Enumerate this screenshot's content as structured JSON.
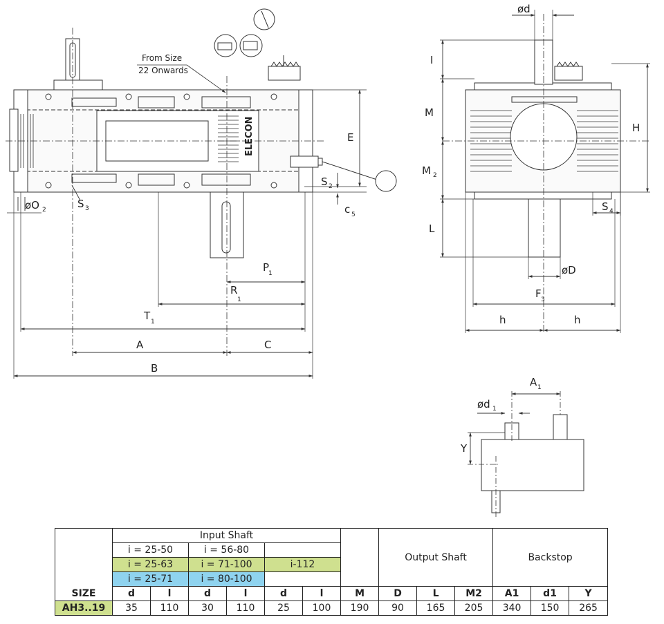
{
  "drawing": {
    "labels": {
      "from_size_line1": "From Size",
      "from_size_line2": "22 Onwards",
      "brand": "ELECON",
      "O2": "øO",
      "O2_sub": "2",
      "S3": "S",
      "S3_sub": "3",
      "S2": "S",
      "S2_sub": "2",
      "c5": "c",
      "c5_sub": "5",
      "E": "E",
      "P1": "P",
      "P1_sub": "1",
      "R1": "R",
      "R1_sub": "1",
      "T1": "T",
      "T1_sub": "1",
      "A": "A",
      "C": "C",
      "B": "B",
      "d": "ød",
      "I": "I",
      "M": "M",
      "M2": "M",
      "M2_sub": "2",
      "H": "H",
      "S4": "S",
      "S4_sub": "4",
      "L": "L",
      "D": "øD",
      "F3": "F",
      "F3_sub": "3",
      "h_left": "h",
      "h_right": "h",
      "A1": "A",
      "A1_sub": "1",
      "d1": "ød",
      "d1_sub": "1",
      "Y": "Y"
    }
  },
  "table": {
    "input_shaft": "Input Shaft",
    "ratios": {
      "r1c1": "i = 25-50",
      "r1c2": "i = 56-80",
      "r2c1": "i = 25-63",
      "r2c2": "i = 71-100",
      "r2c3": "i-112",
      "r3c1": "i = 25-71",
      "r3c2": "i = 80-100"
    },
    "output_shaft": "Output Shaft",
    "backstop": "Backstop",
    "col_headers": [
      "SIZE",
      "d",
      "l",
      "d",
      "l",
      "d",
      "l",
      "M",
      "D",
      "L",
      "M2",
      "A1",
      "d1",
      "Y"
    ],
    "rows": [
      [
        "AH3..19",
        "35",
        "110",
        "30",
        "110",
        "25",
        "100",
        "190",
        "90",
        "165",
        "205",
        "340",
        "150",
        "265"
      ]
    ],
    "colors": {
      "green": "#cfe08f",
      "blue": "#8fd3ef"
    }
  }
}
